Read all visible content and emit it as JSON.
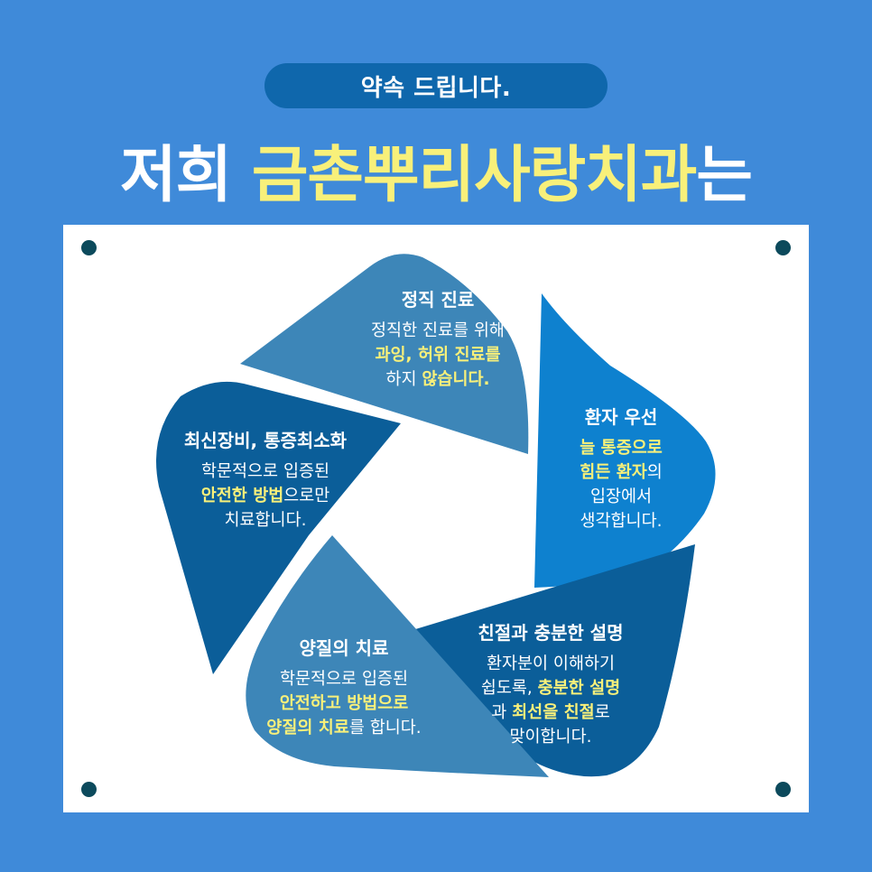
{
  "badge": "약속 드립니다.",
  "headline": {
    "prefix": "저희 ",
    "highlight": "금촌뿌리사랑치과",
    "suffix": "는"
  },
  "colors": {
    "background": "#3f8ad9",
    "badge": "#0f67ac",
    "highlight": "#f8f07a",
    "petal_light": "#3d86b8",
    "petal_bright": "#0e81cf",
    "petal_dark": "#0b5e99",
    "dot": "#0c4a5c"
  },
  "promises": [
    {
      "id": "honest",
      "title": "정직 진료",
      "lines": [
        [
          {
            "t": "정직한 진료를 위해"
          }
        ],
        [
          {
            "t": "과잉, 허위 진료를",
            "hl": true
          }
        ],
        [
          {
            "t": "하지 "
          },
          {
            "t": "않습니다.",
            "hl": true
          }
        ]
      ]
    },
    {
      "id": "patient",
      "title": "환자 우선",
      "lines": [
        [
          {
            "t": "늘 통증으로",
            "hl": true
          }
        ],
        [
          {
            "t": "힘든 환자",
            "hl": true
          },
          {
            "t": "의"
          }
        ],
        [
          {
            "t": "입장에서"
          }
        ],
        [
          {
            "t": "생각합니다."
          }
        ]
      ]
    },
    {
      "id": "kind",
      "title": "친절과 충분한 설명",
      "lines": [
        [
          {
            "t": "환자분이 이해하기"
          }
        ],
        [
          {
            "t": "쉽도록, "
          },
          {
            "t": "충분한 설명",
            "hl": true
          }
        ],
        [
          {
            "t": "과 "
          },
          {
            "t": "최선을 친절",
            "hl": true
          },
          {
            "t": "로"
          }
        ],
        [
          {
            "t": "맞이합니다."
          }
        ]
      ]
    },
    {
      "id": "quality",
      "title": "양질의 치료",
      "lines": [
        [
          {
            "t": "학문적으로 입증된"
          }
        ],
        [
          {
            "t": "안전하고 방법으로",
            "hl": true
          }
        ],
        [
          {
            "t": "양질의 치료",
            "hl": true
          },
          {
            "t": "를 합니다."
          }
        ]
      ]
    },
    {
      "id": "equipment",
      "title": "최신장비, 통증최소화",
      "lines": [
        [
          {
            "t": "학문적으로 입증된"
          }
        ],
        [
          {
            "t": "안전한 방법",
            "hl": true
          },
          {
            "t": "으로만"
          }
        ],
        [
          {
            "t": "치료합니다."
          }
        ]
      ]
    }
  ]
}
